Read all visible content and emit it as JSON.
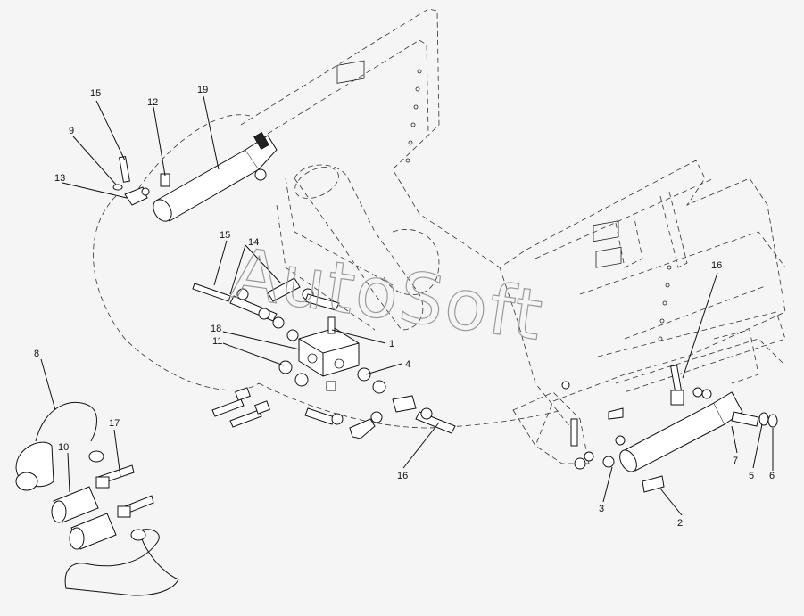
{
  "watermark": "AutoSoft",
  "callouts": [
    {
      "id": "c15a",
      "label": "15"
    },
    {
      "id": "c12",
      "label": "12"
    },
    {
      "id": "c19",
      "label": "19"
    },
    {
      "id": "c9",
      "label": "9"
    },
    {
      "id": "c13",
      "label": "13"
    },
    {
      "id": "c15b",
      "label": "15"
    },
    {
      "id": "c14",
      "label": "14"
    },
    {
      "id": "c18",
      "label": "18"
    },
    {
      "id": "c11",
      "label": "11"
    },
    {
      "id": "c1",
      "label": "1"
    },
    {
      "id": "c4",
      "label": "4"
    },
    {
      "id": "c8",
      "label": "8"
    },
    {
      "id": "c17",
      "label": "17"
    },
    {
      "id": "c10",
      "label": "10"
    },
    {
      "id": "c16a",
      "label": "16"
    },
    {
      "id": "c16b",
      "label": "16"
    },
    {
      "id": "c3",
      "label": "3"
    },
    {
      "id": "c2",
      "label": "2"
    },
    {
      "id": "c7",
      "label": "7"
    },
    {
      "id": "c5",
      "label": "5"
    },
    {
      "id": "c6",
      "label": "6"
    }
  ]
}
